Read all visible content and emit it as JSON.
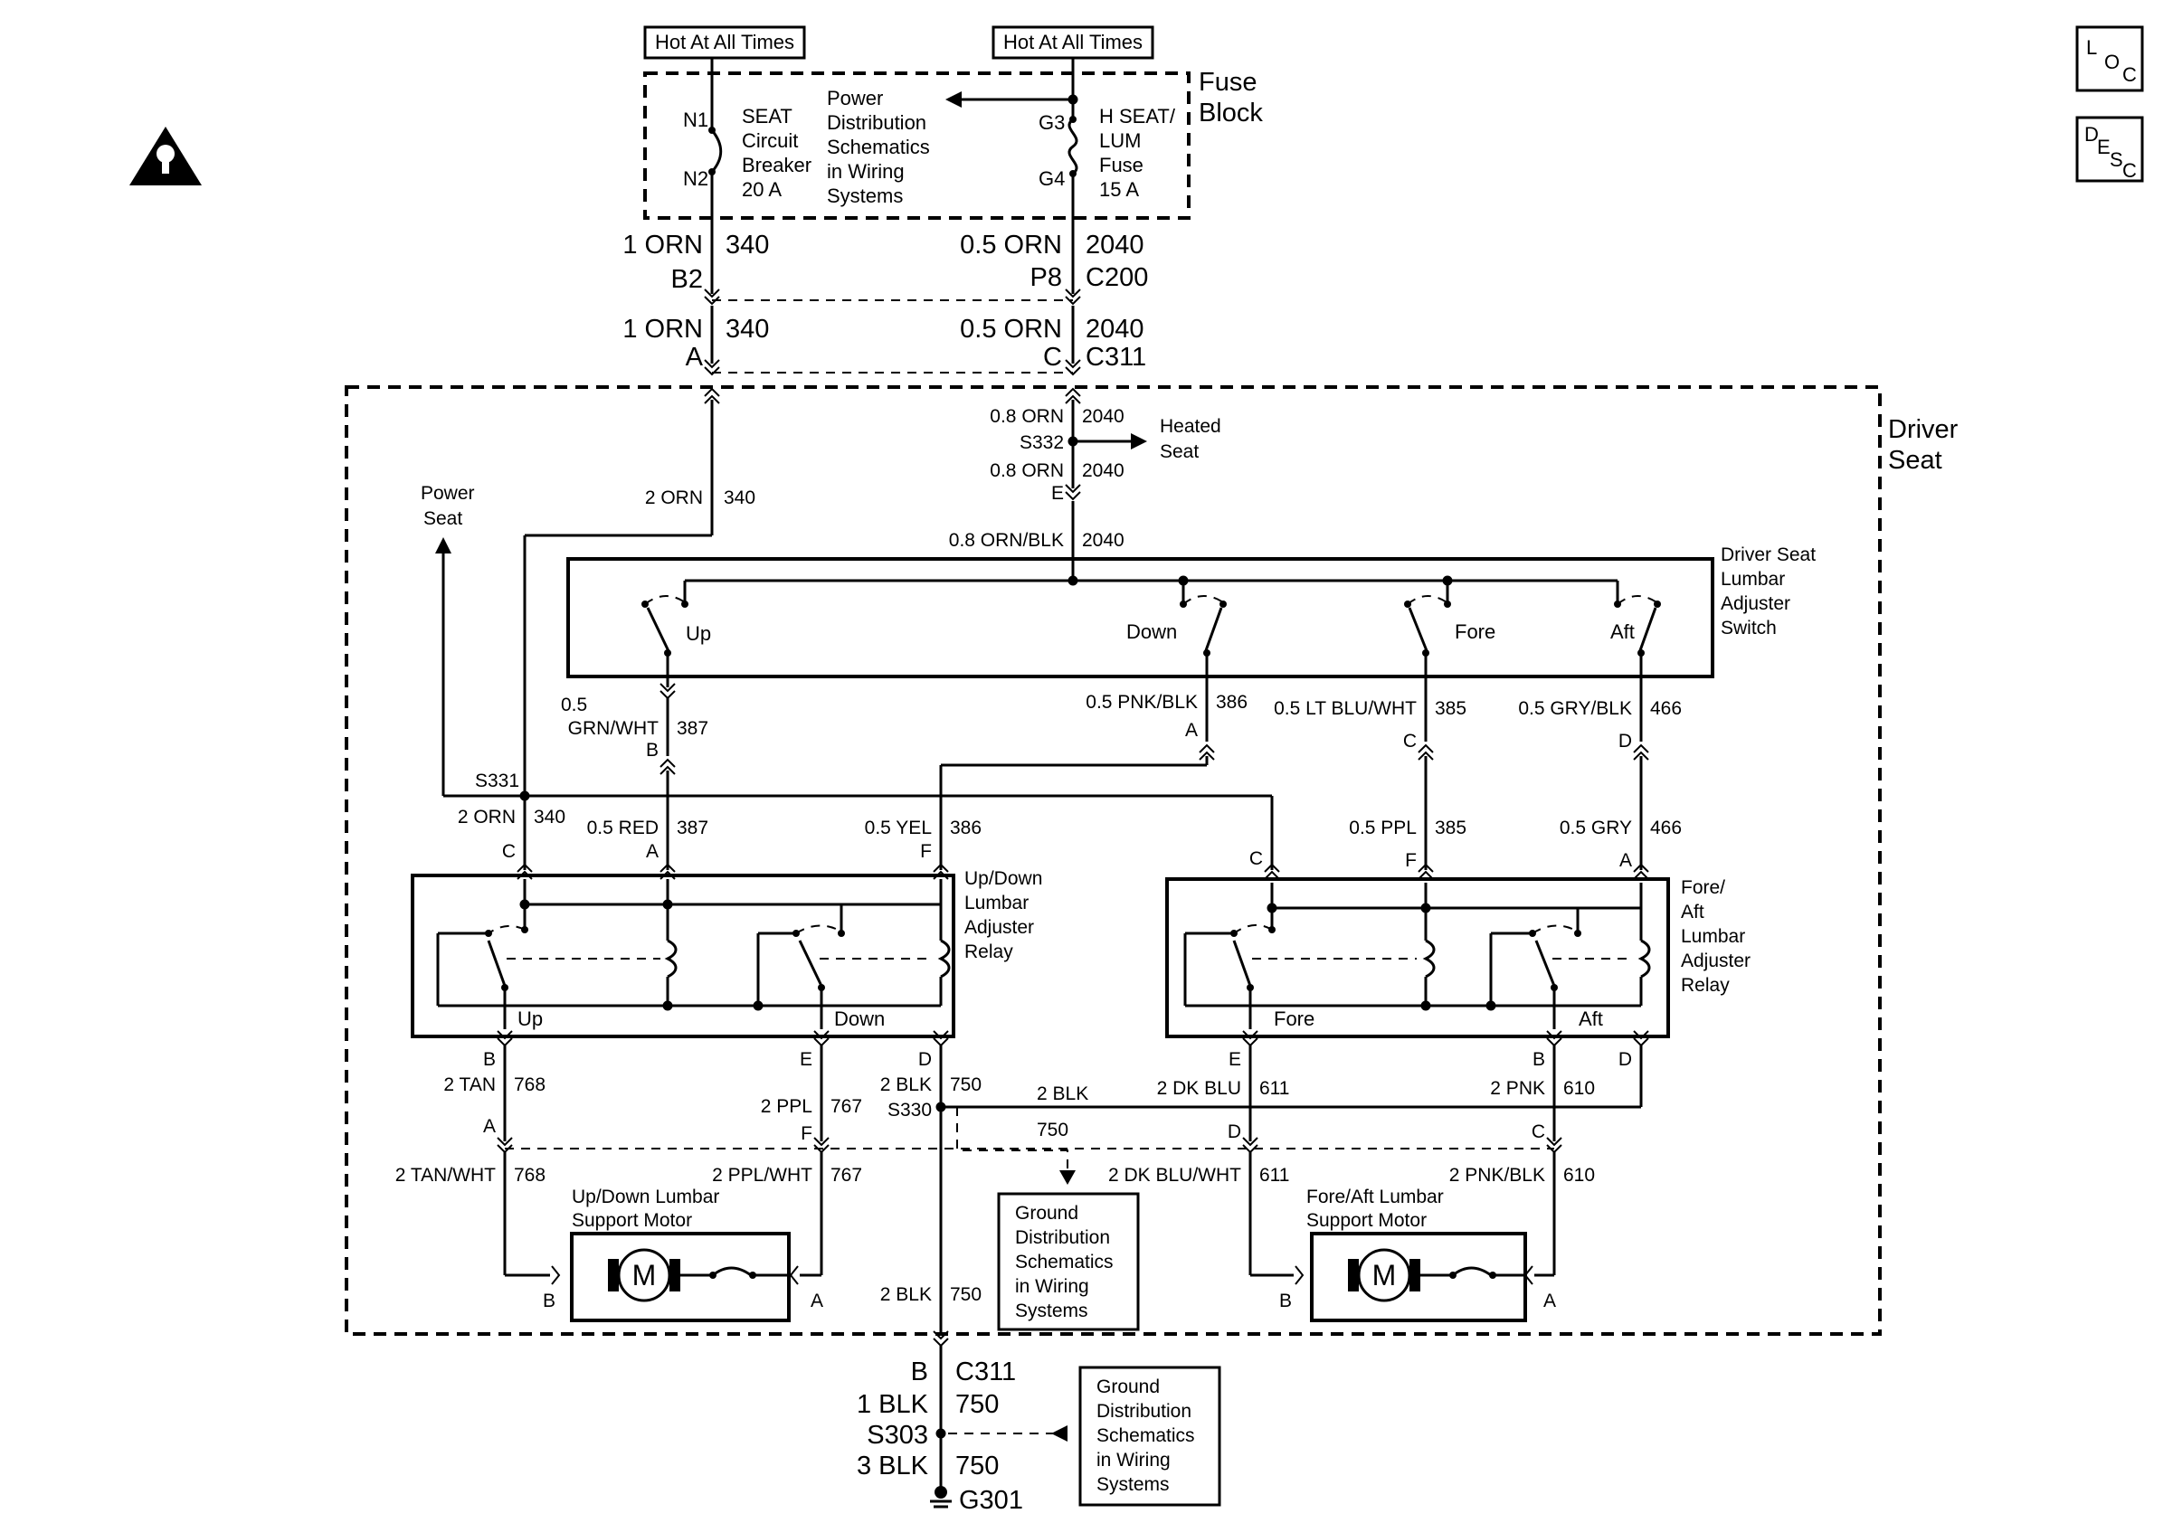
{
  "sources": {
    "left": "Hot At All Times",
    "right": "Hot At All Times"
  },
  "fuse_block": {
    "title": [
      "Fuse",
      "Block"
    ],
    "breaker": [
      "SEAT",
      "Circuit",
      "Breaker",
      "20 A"
    ],
    "pds": [
      "Power",
      "Distribution",
      "Schematics",
      "in Wiring",
      "Systems"
    ],
    "fuse": [
      "H SEAT/",
      "LUM",
      "Fuse",
      "15 A"
    ],
    "terminals": {
      "n1": "N1",
      "n2": "N2",
      "g3": "G3",
      "g4": "G4"
    }
  },
  "connectors": {
    "c200_left": {
      "wire": "1 ORN",
      "circuit": "340",
      "pin": "B2"
    },
    "c200_right": {
      "wire": "0.5 ORN",
      "circuit": "2040",
      "pin": "P8",
      "name": "C200"
    },
    "c311_left": {
      "wire": "1 ORN",
      "circuit": "340",
      "pin": "A"
    },
    "c311_right": {
      "wire": "0.5 ORN",
      "circuit": "2040",
      "pin": "C",
      "name": "C311"
    }
  },
  "driver_seat": {
    "title": [
      "Driver",
      "Seat"
    ],
    "w2040a": {
      "wire": "0.8 ORN",
      "circuit": "2040"
    },
    "s332": "S332",
    "heated_seat": [
      "Heated",
      "Seat"
    ],
    "w2040b": {
      "wire": "0.8 ORN",
      "circuit": "2040",
      "pin": "E"
    },
    "w2040c": {
      "wire": "0.8 ORN/BLK",
      "circuit": "2040"
    },
    "power_seat": [
      "Power",
      "Seat"
    ],
    "w340": {
      "wire": "2 ORN",
      "circuit": "340"
    },
    "s331": "S331",
    "w340b": {
      "wire": "2 ORN",
      "circuit": "340",
      "pin": "C"
    }
  },
  "lumbar_switch": {
    "title": [
      "Driver Seat",
      "Lumbar",
      "Adjuster",
      "Switch"
    ],
    "positions": [
      "Up",
      "Down",
      "Fore",
      "Aft"
    ],
    "w387": {
      "gauge": "0.5",
      "wire": "GRN/WHT",
      "circuit": "387",
      "pin": "B"
    },
    "w386": {
      "wire": "0.5 PNK/BLK",
      "circuit": "386",
      "pin": "A"
    },
    "w385": {
      "wire": "0.5 LT BLU/WHT",
      "circuit": "385",
      "pin": "C"
    },
    "w466": {
      "wire": "0.5 GRY/BLK",
      "circuit": "466",
      "pin": "D"
    }
  },
  "relay_inputs": {
    "red": {
      "wire": "0.5 RED",
      "circuit": "387",
      "pin": "A"
    },
    "yel": {
      "wire": "0.5 YEL",
      "circuit": "386",
      "pin": "F"
    },
    "fa_c": {
      "pin": "C"
    },
    "ppl": {
      "wire": "0.5 PPL",
      "circuit": "385",
      "pin": "F"
    },
    "gry": {
      "wire": "0.5 GRY",
      "circuit": "466",
      "pin": "A"
    }
  },
  "updown_relay": {
    "title": [
      "Up/Down",
      "Lumbar",
      "Adjuster",
      "Relay"
    ],
    "up": "Up",
    "down": "Down"
  },
  "foreaft_relay": {
    "title": [
      "Fore/",
      "Aft",
      "Lumbar",
      "Adjuster",
      "Relay"
    ],
    "fore": "Fore",
    "aft": "Aft"
  },
  "relay_outputs": {
    "tan": {
      "pin": "B",
      "wire": "2 TAN",
      "circuit": "768",
      "pin2": "A"
    },
    "ppl": {
      "pin": "E",
      "wire": "2 PPL",
      "circuit": "767",
      "pin2": "F"
    },
    "blk": {
      "pin": "D",
      "wire": "2 BLK",
      "circuit": "750"
    },
    "s330": "S330",
    "blk_bus": {
      "wire": "2 BLK",
      "circuit": "750"
    },
    "dkblu": {
      "pin": "E",
      "wire": "2 DK BLU",
      "circuit": "611",
      "pin2": "D"
    },
    "pnk": {
      "pin": "B",
      "wire": "2 PNK",
      "circuit": "610",
      "pin2": "C"
    },
    "fa_d": {
      "pin": "D"
    }
  },
  "motors": {
    "updown": {
      "title": [
        "Up/Down Lumbar",
        "Support Motor"
      ],
      "left_wire": "2 TAN/WHT",
      "left_circuit": "768",
      "right_wire": "2 PPL/WHT",
      "right_circuit": "767",
      "pin_b": "B",
      "pin_a": "A",
      "symbol": "M"
    },
    "foreaft": {
      "title": [
        "Fore/Aft Lumbar",
        "Support Motor"
      ],
      "left_wire": "2 DK BLU/WHT",
      "left_circuit": "611",
      "right_wire": "2 PNK/BLK",
      "right_circuit": "610",
      "pin_b": "B",
      "pin_a": "A",
      "symbol": "M"
    }
  },
  "ground_ref_1": [
    "Ground",
    "Distribution",
    "Schematics",
    "in Wiring",
    "Systems"
  ],
  "blk_inside": {
    "wire": "2 BLK",
    "circuit": "750"
  },
  "bottom": {
    "c311": {
      "pin": "B",
      "name": "C311"
    },
    "w1": {
      "wire": "1 BLK",
      "circuit": "750"
    },
    "s303": "S303",
    "w3": {
      "wire": "3 BLK",
      "circuit": "750"
    },
    "g301": "G301"
  },
  "ground_ref_2": [
    "Ground",
    "Distribution",
    "Schematics",
    "in Wiring",
    "Systems"
  ],
  "side_buttons": {
    "loc": [
      "L",
      "O",
      "C"
    ],
    "desc": [
      "D",
      "E",
      "S",
      "C"
    ]
  }
}
